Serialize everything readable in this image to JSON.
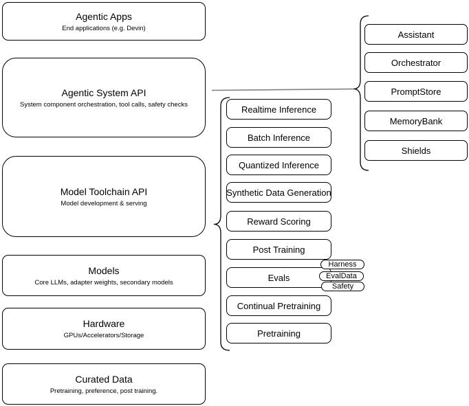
{
  "diagram": {
    "left_stack": [
      {
        "title": "Agentic Apps",
        "subtitle": "End applications (e.g. Devin)"
      },
      {
        "title": "Agentic System API",
        "subtitle": "System component orchestration, tool calls, safety checks"
      },
      {
        "title": "Model Toolchain API",
        "subtitle": "Model development & serving"
      },
      {
        "title": "Models",
        "subtitle": "Core LLMs, adapter weights, secondary models"
      },
      {
        "title": "Hardware",
        "subtitle": "GPUs/Accelerators/Storage"
      },
      {
        "title": "Curated Data",
        "subtitle": "Pretraining, preference, post training."
      }
    ],
    "toolchain_items": [
      "Realtime Inference",
      "Batch Inference",
      "Quantized Inference",
      "Synthetic Data Generation",
      "Reward Scoring",
      "Post Training",
      "Evals",
      "Continual Pretraining",
      "Pretraining"
    ],
    "eval_tags": [
      "Harness",
      "EvalData",
      "Safety"
    ],
    "system_components": [
      "Assistant",
      "Orchestrator",
      "PromptStore",
      "MemoryBank",
      "Shields"
    ],
    "colors": {
      "box_stroke": "#000000",
      "box_fill": "#ffffff",
      "connector": "#808080",
      "text": "#000000"
    }
  }
}
